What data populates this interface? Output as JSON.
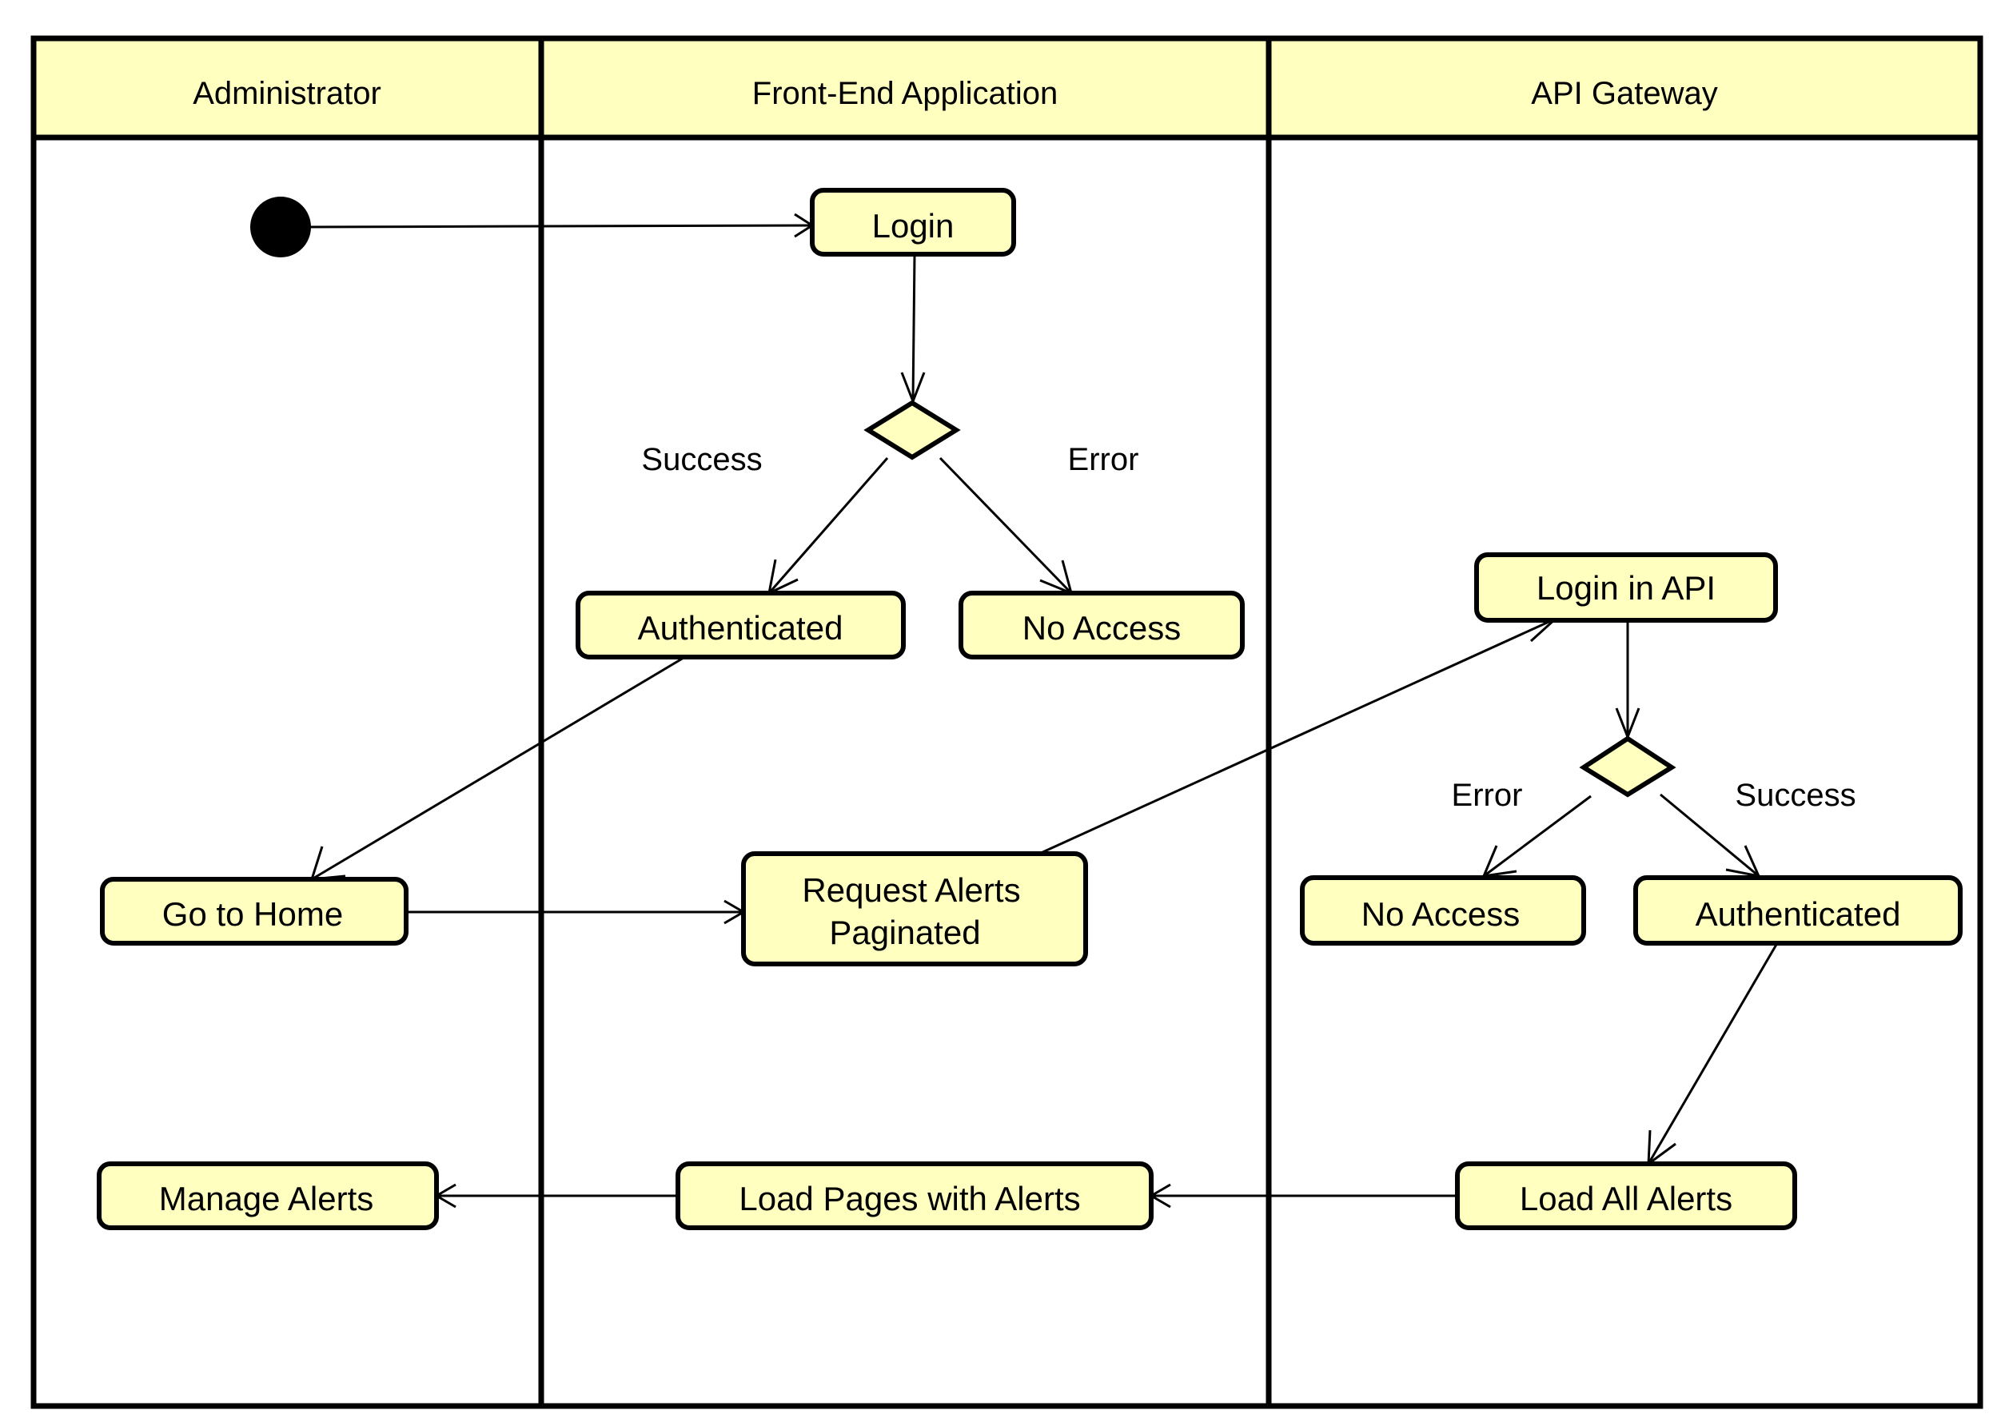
{
  "lanes": [
    "Administrator",
    "Front-End Application",
    "API Gateway"
  ],
  "nodes": {
    "login": "Login",
    "authenticated_fe": "Authenticated",
    "no_access_fe": "No Access",
    "go_to_home": "Go to Home",
    "request_alerts": [
      "Request Alerts",
      "Paginated"
    ],
    "login_in_api": "Login in API",
    "no_access_api": "No Access",
    "authenticated_api": "Authenticated",
    "manage_alerts": "Manage Alerts",
    "load_pages": "Load Pages with Alerts",
    "load_all_alerts": "Load All Alerts"
  },
  "guards": {
    "fe_success": "Success",
    "fe_error": "Error",
    "api_error": "Error",
    "api_success": "Success"
  },
  "colors": {
    "fill": "#FFFFC0",
    "stroke": "#000000"
  }
}
